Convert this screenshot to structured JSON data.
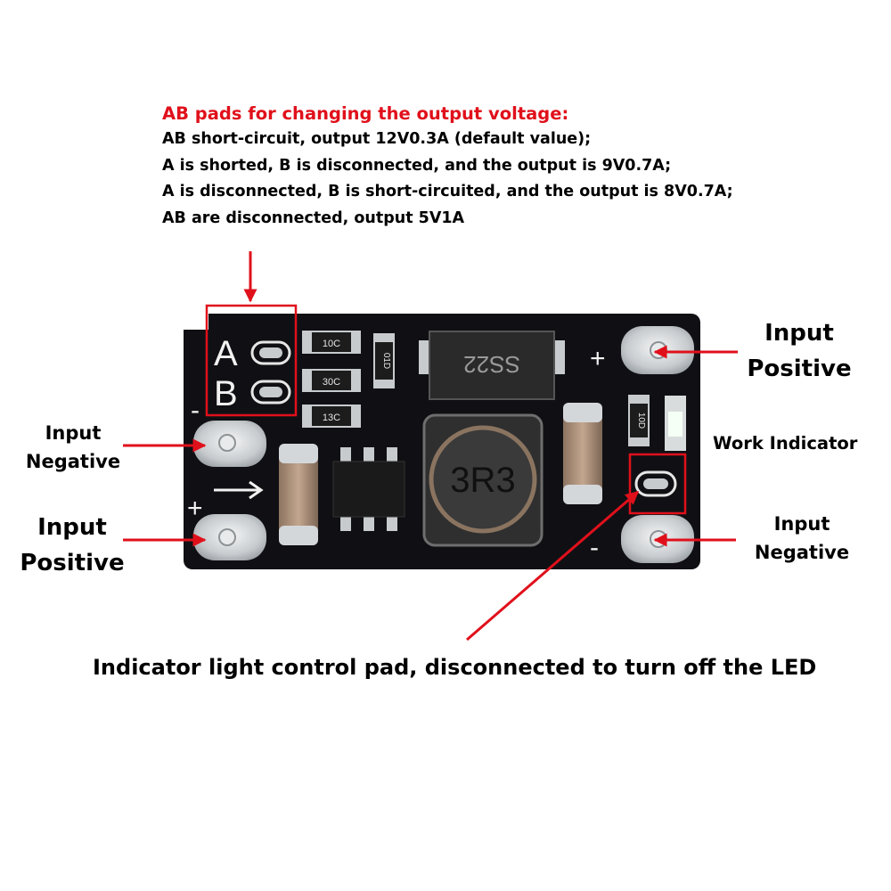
{
  "header": {
    "title": "AB pads for changing the output voltage:",
    "lines": [
      "AB short-circuit, output 12V0.3A (default value);",
      "A is shorted, B is disconnected, and the output is 9V0.7A;",
      "A is disconnected, B is short-circuited, and the output is 8V0.7A;",
      "AB are disconnected, output 5V1A"
    ]
  },
  "labels": {
    "input_negative_left_1": "Input",
    "input_negative_left_2": "Negative",
    "input_positive_left_1": "Input",
    "input_positive_left_2": "Positive",
    "input_positive_right_1": "Input",
    "input_positive_right_2": "Positive",
    "work_indicator": "Work Indicator",
    "input_negative_right_1": "Input",
    "input_negative_right_2": "Negative",
    "indicator_pad": "Indicator light control pad, disconnected to turn off the LED"
  },
  "board": {
    "pad_a": "A",
    "pad_b": "B",
    "resistor_1": "10C",
    "resistor_2": "30C",
    "resistor_3": "13C",
    "resistor_4": "01D",
    "resistor_5": "10D",
    "diode": "SS22",
    "inductor": "3R3",
    "plus": "+",
    "minus": "-"
  },
  "colors": {
    "callout_red": "#e0101b",
    "board_black": "#101014",
    "pad_silver": "#cfd3d6",
    "silkscreen": "#f2f2f2"
  }
}
